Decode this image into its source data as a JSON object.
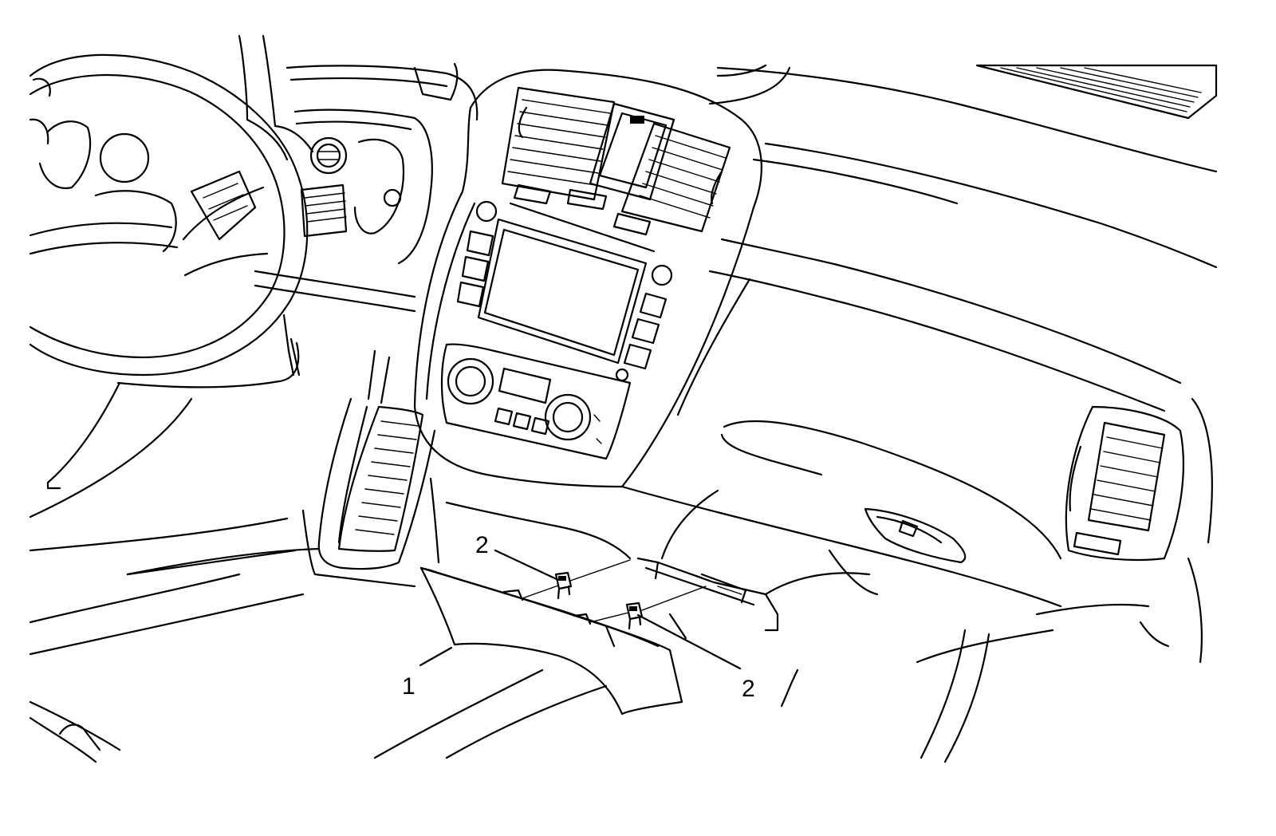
{
  "diagram": {
    "callouts": [
      {
        "id": "callout-1",
        "label": "1"
      },
      {
        "id": "callout-2a",
        "label": "2"
      },
      {
        "id": "callout-2b",
        "label": "2"
      }
    ]
  }
}
